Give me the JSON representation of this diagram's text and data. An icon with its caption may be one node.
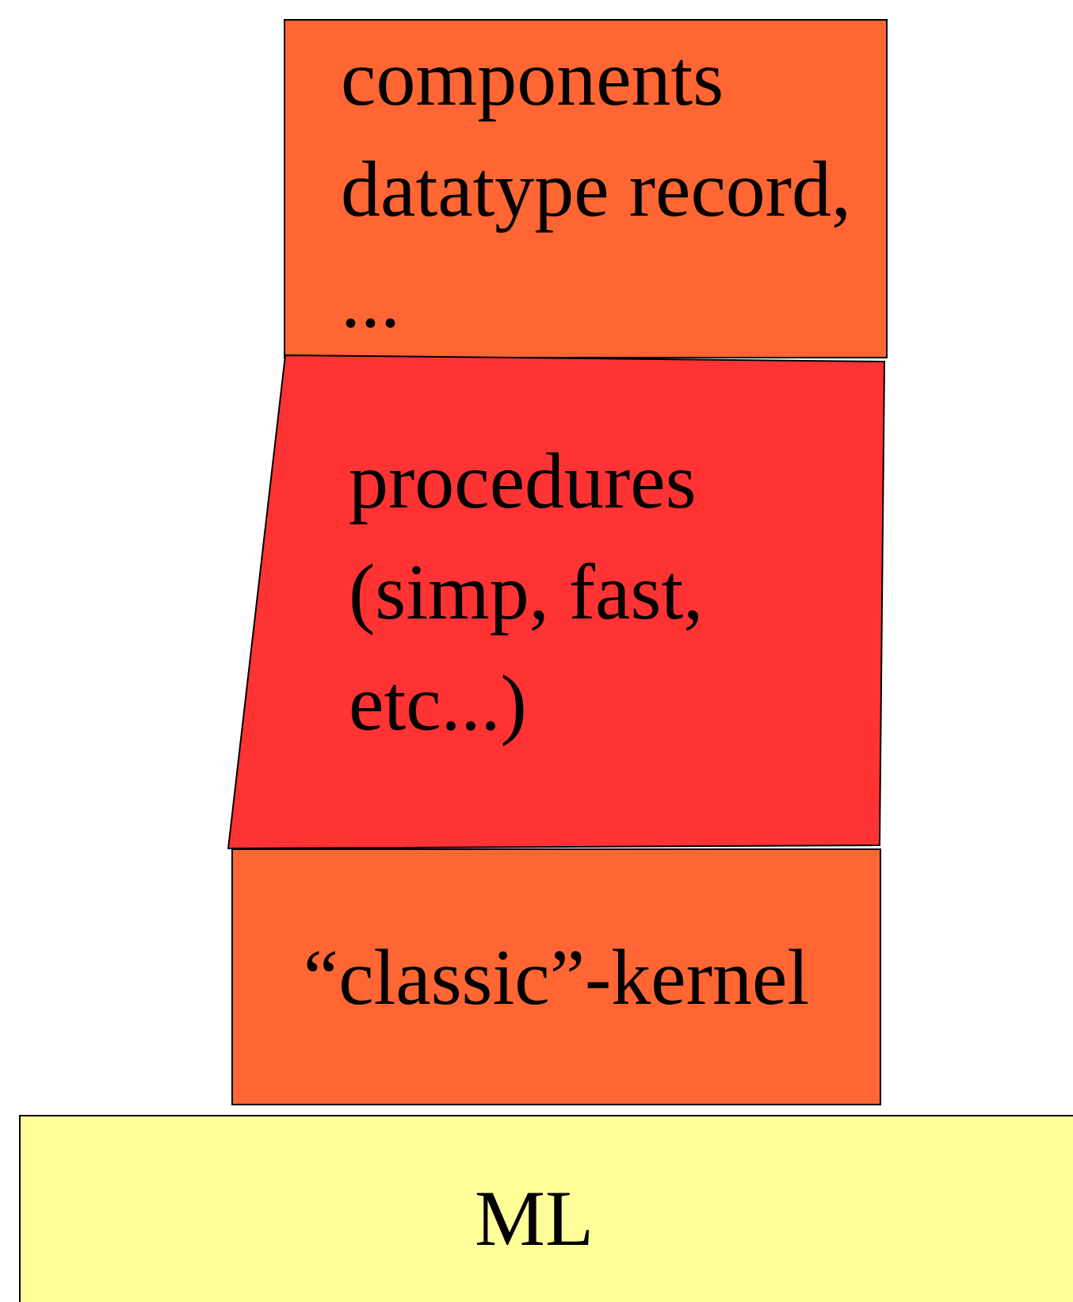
{
  "diagram": {
    "nodes": [
      {
        "text": [
          "components datatype record, ..."
        ]
      },
      {
        "text": [
          "procedures (simp, fast, etc...)"
        ]
      },
      {
        "text": [
          "“classic”-kernel"
        ]
      },
      {
        "text": [
          "ML"
        ]
      }
    ]
  }
}
